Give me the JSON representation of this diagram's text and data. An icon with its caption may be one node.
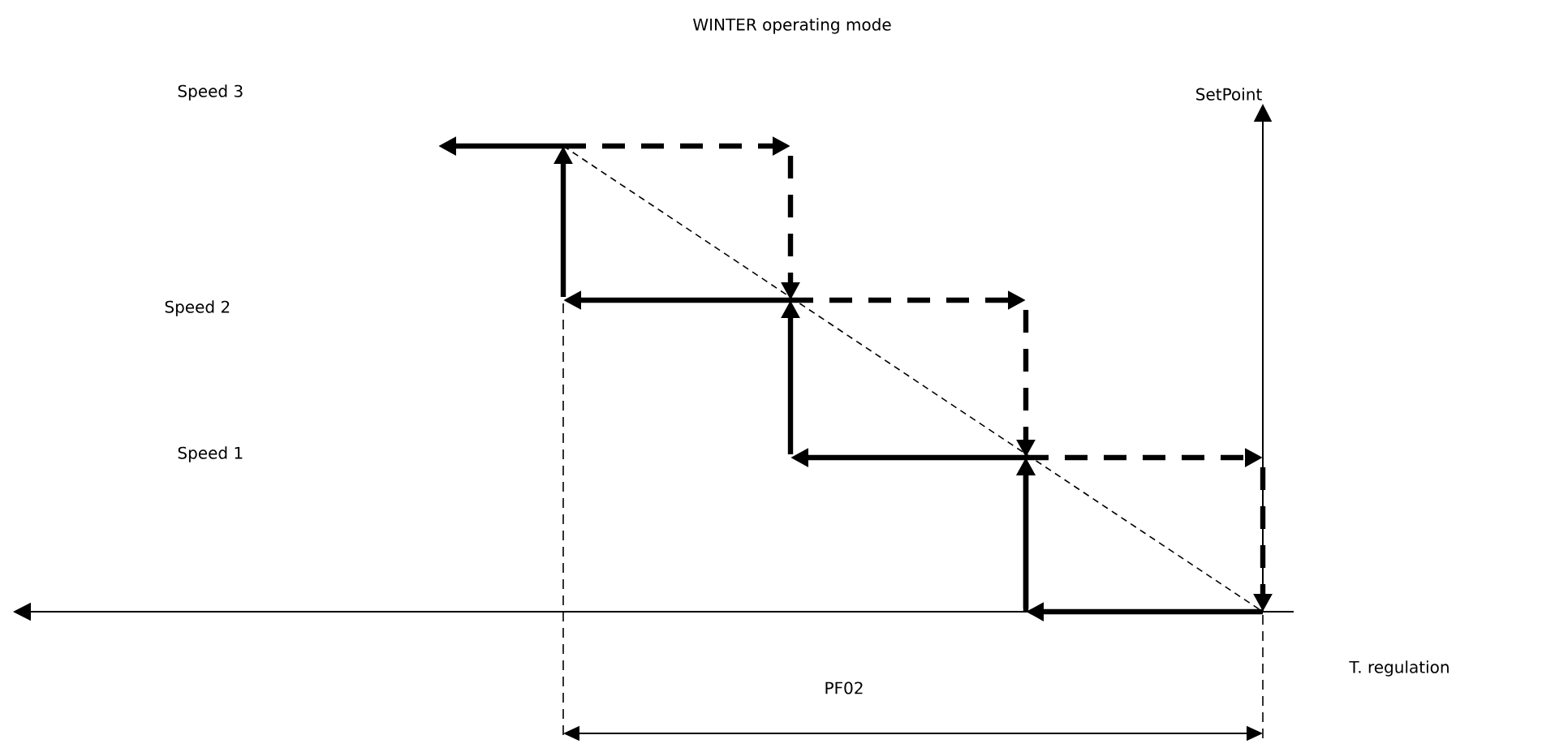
{
  "diagram": {
    "title": "WINTER operating mode",
    "labels": [
      "SetPoint",
      "Speed 3",
      "Speed 2",
      "Speed 1",
      "PF02",
      "T. regulation"
    ]
  }
}
